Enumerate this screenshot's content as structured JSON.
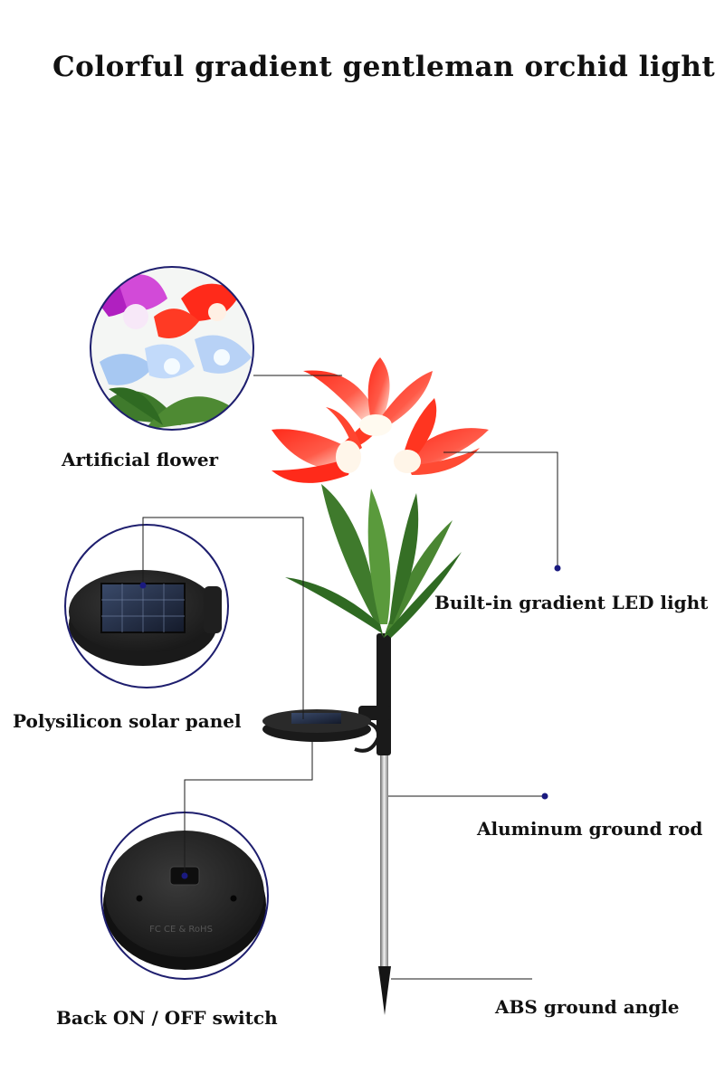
{
  "title": "Colorful gradient gentleman orchid light",
  "labels": {
    "artificial_flower": "Artificial flower",
    "led_light": "Built-in gradient LED light",
    "solar_panel": "Polysilicon solar panel",
    "aluminum_rod": "Aluminum ground rod",
    "back_switch": "Back ON / OFF switch",
    "ground_angle": "ABS ground angle"
  },
  "back_markings": "FC CE & RoHS",
  "colors": {
    "circle_border": "#1e1e6e",
    "dot": "#1a1a80",
    "petal_red": "#ff2a1a",
    "leaf_green": "#3f7a2c"
  }
}
